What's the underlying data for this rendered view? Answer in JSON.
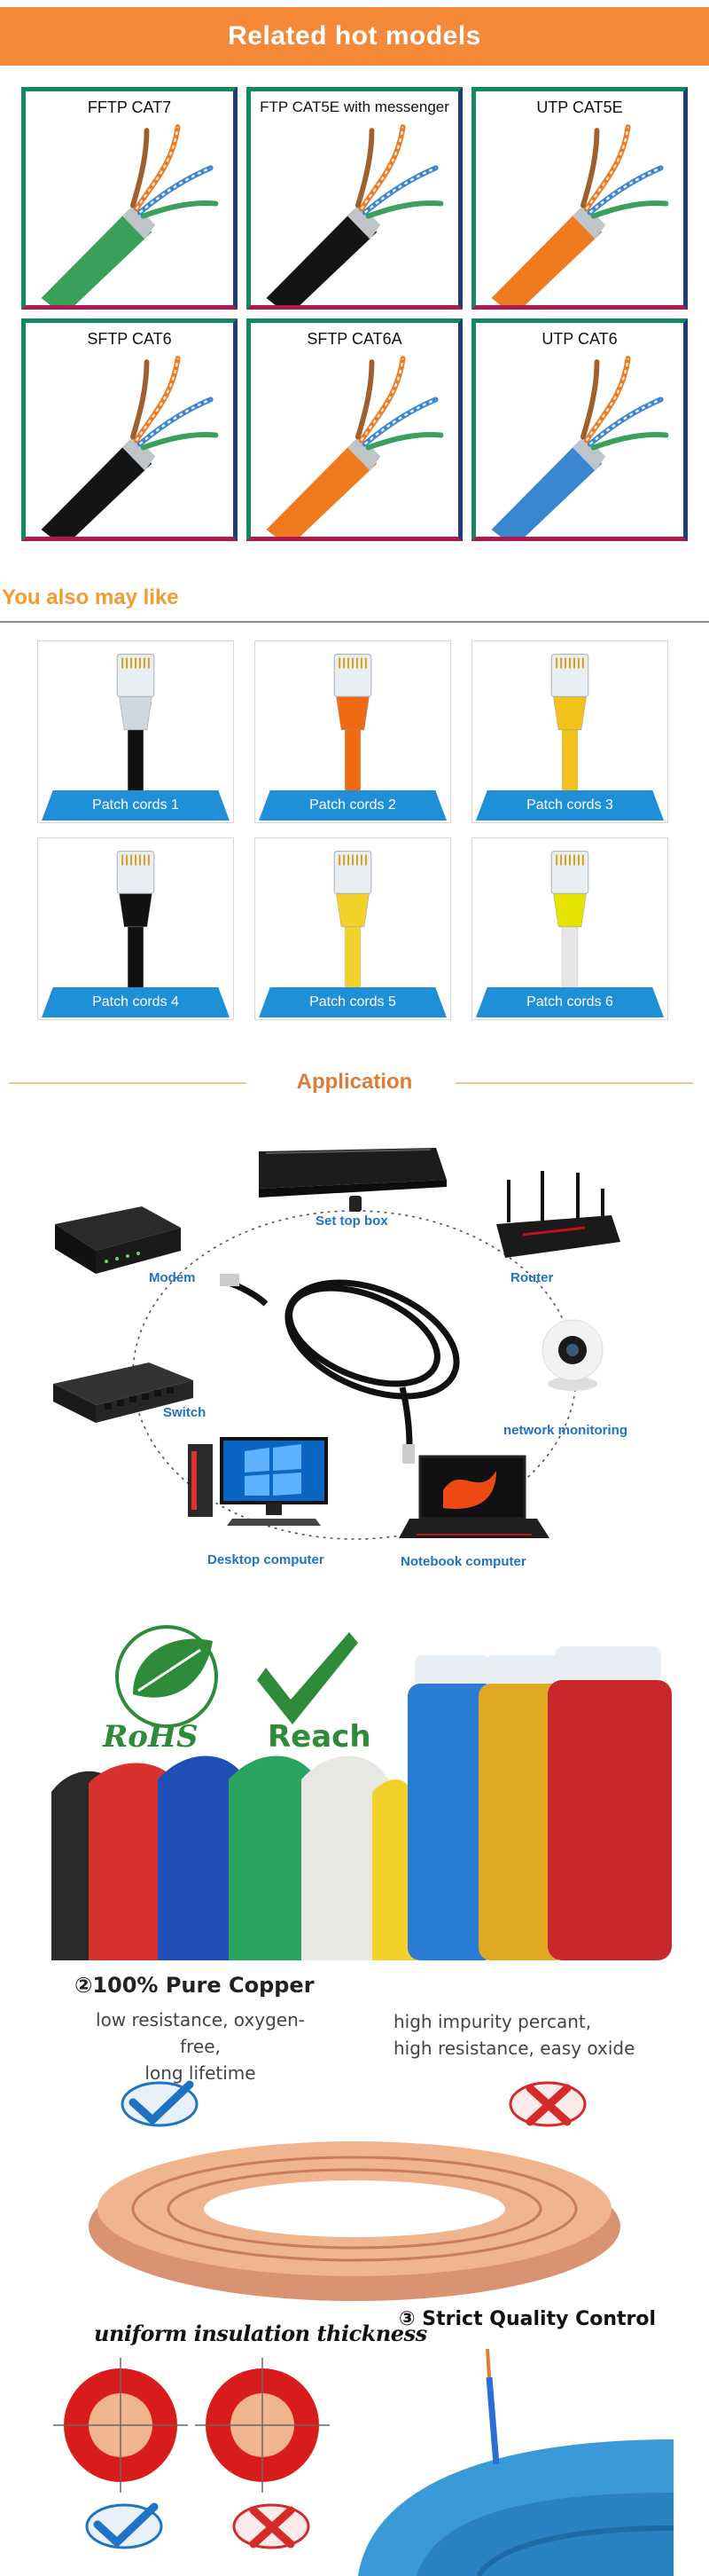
{
  "banner": {
    "title": "Related hot models"
  },
  "cables": [
    {
      "title": "FFTP CAT7",
      "jacket": "#3aa05a"
    },
    {
      "title": "FTP CAT5E with messenger",
      "jacket": "#141414"
    },
    {
      "title": "UTP CAT5E",
      "jacket": "#f07a1e"
    },
    {
      "title": "SFTP CAT6",
      "jacket": "#141414"
    },
    {
      "title": "SFTP CAT6A",
      "jacket": "#f07a1e"
    },
    {
      "title": "UTP CAT6",
      "jacket": "#3a86d1"
    }
  ],
  "may_like": {
    "label": "You also may like"
  },
  "patch_cords": [
    {
      "label": "Patch cords 1",
      "color": "#111111",
      "boot": "#cfd8de"
    },
    {
      "label": "Patch cords 2",
      "color": "#f06a14",
      "boot": "#f06a14"
    },
    {
      "label": "Patch cords 3",
      "color": "#f2c21c",
      "boot": "#f2c21c"
    },
    {
      "label": "Patch cords 4",
      "color": "#111111",
      "boot": "#111111"
    },
    {
      "label": "Patch cords 5",
      "color": "#f2d22a",
      "boot": "#f2d22a"
    },
    {
      "label": "Patch cords 6",
      "color": "#e6e6e6",
      "boot": "#e8e200"
    }
  ],
  "application": {
    "title": "Application",
    "devices": {
      "set_top_box": "Set top box",
      "modem": "Modem",
      "router": "Router",
      "switch": "Switch",
      "network_monitoring": "network monitoring",
      "desktop": "Desktop computer",
      "notebook": "Notebook computer"
    }
  },
  "materials": {
    "rohs": "RoHS",
    "reach": "Reach"
  },
  "copper": {
    "heading": "②100% Pure Copper",
    "good_line1": "low resistance, oxygen-free,",
    "good_line2": "long lifetime",
    "bad_line1": "high impurity percant,",
    "bad_line2": "high resistance, easy oxide"
  },
  "quality": {
    "uniform": "uniform insulation thickness",
    "strict": "③ Strict Quality Control"
  },
  "colors": {
    "accent": "#f5893a",
    "link_blue": "#1f72c4",
    "ribbon": "#1f8fd8"
  }
}
